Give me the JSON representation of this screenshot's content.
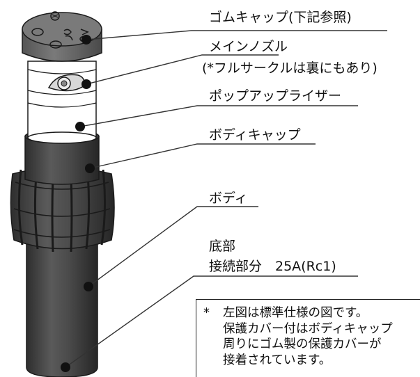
{
  "labels": {
    "rubber_cap": "ゴムキャップ(下記参照)",
    "main_nozzle": "メインノズル",
    "main_nozzle_note": "(*フルサークルは裏にもあり)",
    "popup_riser": "ポップアップライザー",
    "body_cap": "ボディキャップ",
    "body": "ボディ",
    "bottom": "底部",
    "connection": "接続部分　25A(Rc1)"
  },
  "note": {
    "marker": "*",
    "lines": [
      "左図は標準仕様の図です。",
      "保護カバー付はボディキャップ",
      "周りにゴム製の保護カバーが",
      "接着されています。"
    ]
  },
  "colors": {
    "body_dark": "#4a4a4a",
    "cap_gray": "#6b6b6b",
    "riser_white": "#ffffff",
    "line": "#333333"
  }
}
